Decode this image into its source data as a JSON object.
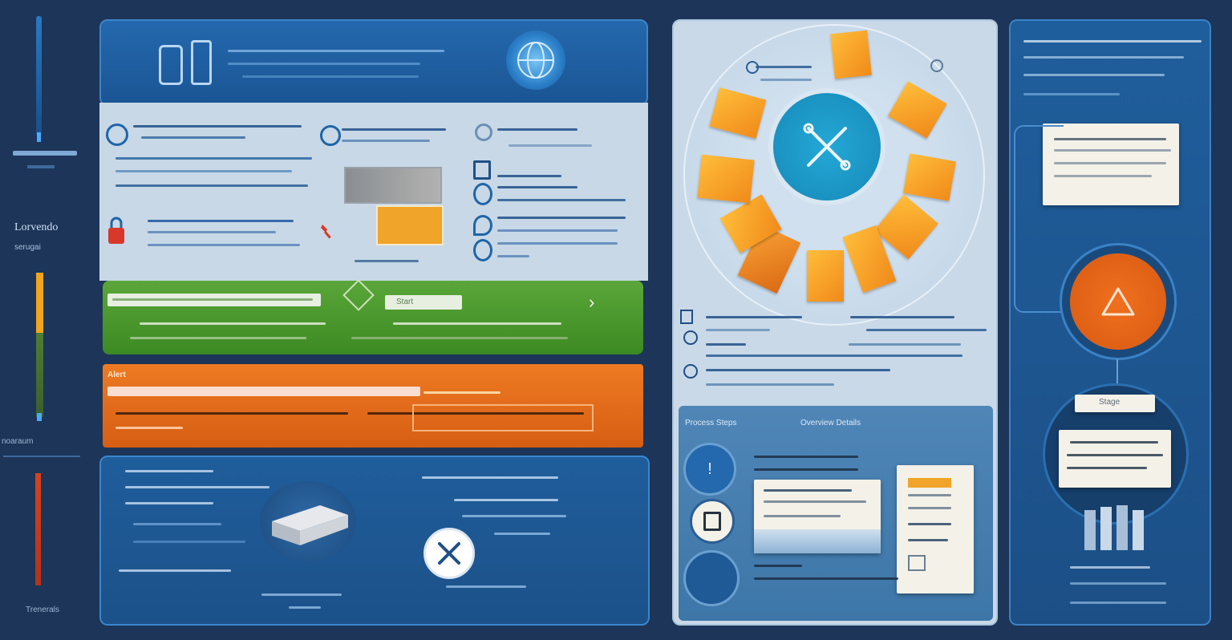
{
  "left_rail": {
    "labels": [
      "Lorvendo",
      "serugai",
      "noaraum",
      "Trenerals"
    ]
  },
  "panel_main": {
    "section_green": {
      "button_label": "Start",
      "arrow": "›"
    },
    "section_orange": {
      "tag": "Alert"
    }
  },
  "panel_wheel": {
    "sub_header": {
      "left": "Process Steps",
      "right": "Overview Details"
    }
  },
  "panel_right": {
    "card_title": "Stage"
  },
  "colors": {
    "background": "#1c3558",
    "blue_panel": "#1f5d9b",
    "light_panel": "#c9d9e8",
    "green": "#4c9a2e",
    "orange": "#e2681a",
    "teal": "#1c9ac8",
    "amber": "#f5a623"
  },
  "icons": [
    "chip-icon",
    "globe-icon",
    "gear-icon",
    "lock-icon",
    "tool-icon",
    "document-icon",
    "sync-icon",
    "hub-icon",
    "warning-icon",
    "calendar-icon"
  ]
}
